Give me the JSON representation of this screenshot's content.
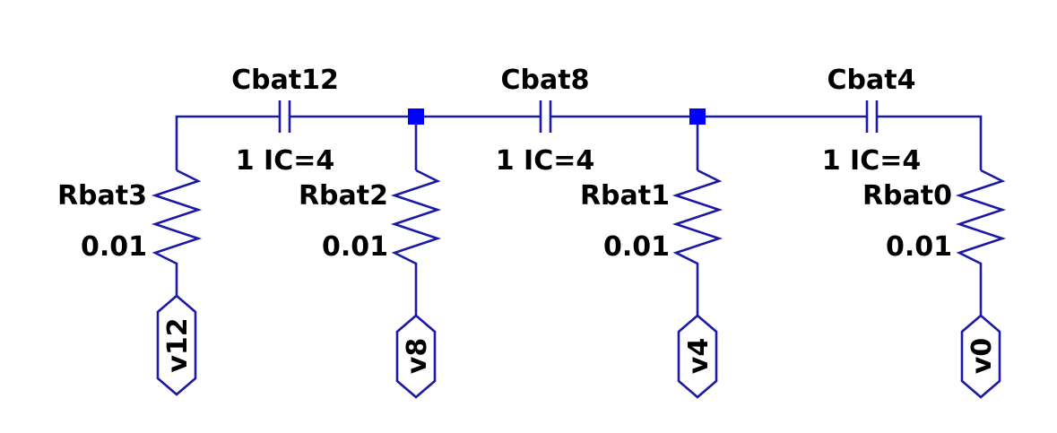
{
  "colors": {
    "wire": "#1a1aa6",
    "junction": "#0000ff",
    "text": "#000000",
    "background": "#ffffff"
  },
  "capacitors": [
    {
      "id": "cap-cbat12",
      "name": "Cbat12",
      "value": "1 IC=4"
    },
    {
      "id": "cap-cbat8",
      "name": "Cbat8",
      "value": "1 IC=4"
    },
    {
      "id": "cap-cbat4",
      "name": "Cbat4",
      "value": "1 IC=4"
    }
  ],
  "resistors": [
    {
      "id": "res-rbat3",
      "name": "Rbat3",
      "value": "0.01"
    },
    {
      "id": "res-rbat2",
      "name": "Rbat2",
      "value": "0.01"
    },
    {
      "id": "res-rbat1",
      "name": "Rbat1",
      "value": "0.01"
    },
    {
      "id": "res-rbat0",
      "name": "Rbat0",
      "value": "0.01"
    }
  ],
  "net_labels": [
    {
      "id": "net-v12",
      "text": "v12"
    },
    {
      "id": "net-v8",
      "text": "v8"
    },
    {
      "id": "net-v4",
      "text": "v4"
    },
    {
      "id": "net-v0",
      "text": "v0"
    }
  ],
  "icons": {
    "resistor": "zigzag-resistor-icon",
    "capacitor": "parallel-plate-capacitor-icon",
    "junction": "square-junction-dot",
    "net_flag": "hexagon-net-flag"
  }
}
